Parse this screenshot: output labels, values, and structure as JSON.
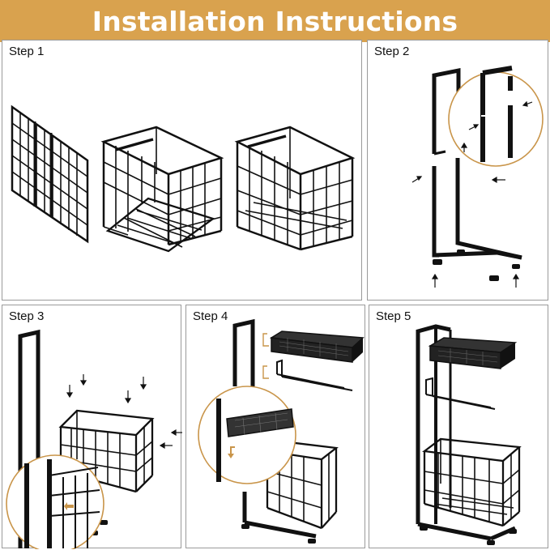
{
  "header": {
    "title": "Installation Instructions"
  },
  "steps": [
    {
      "label": "Step 1"
    },
    {
      "label": "Step 2"
    },
    {
      "label": "Step 3"
    },
    {
      "label": "Step 4"
    },
    {
      "label": "Step 5"
    }
  ],
  "colors": {
    "banner": "#d9a24e",
    "frame": "#111111",
    "arrow_accent": "#c9954a"
  },
  "icons": [
    "arrow-icon",
    "wire-basket-icon",
    "side-frame-icon",
    "mesh-tray-icon",
    "towel-bar-icon",
    "leveling-foot-icon",
    "magnifier-circle-icon"
  ]
}
